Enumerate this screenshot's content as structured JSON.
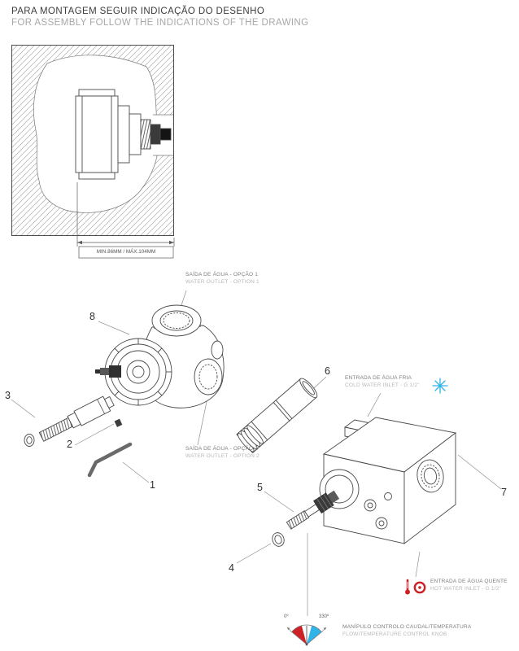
{
  "header": {
    "line1": "PARA MONTAGEM SEGUIR INDICAÇÃO DO DESENHO",
    "line2": "FOR ASSEMBLY FOLLOW THE INDICATIONS OF THE DRAWING"
  },
  "wall_section": {
    "dimension_label": "MIN.86MM / MÁX.104MM"
  },
  "callouts": {
    "outlet1": {
      "pt": "SAÍDA DE ÁGUA - OPÇÃO 1",
      "en": "WATER OUTLET - OPTION 1"
    },
    "outlet2": {
      "pt": "SAÍDA DE ÁGUA - OPÇÃO 2",
      "en": "WATER OUTLET - OPTION 2"
    },
    "cold": {
      "pt": "ENTRADA DE ÁGUA FRIA",
      "en": "COLD WATER INLET - G 1/2\""
    },
    "hot": {
      "pt": "ENTRADA DE ÁGUA QUENTE",
      "en": "HOT WATER INLET - G 1/2\""
    },
    "knob": {
      "pt": "MANÍPULO CONTROLO CAUDAL/TEMPERATURA",
      "en": "FLOW/TEMPERATURE CONTROL KNOB"
    }
  },
  "part_numbers": [
    "1",
    "2",
    "3",
    "4",
    "5",
    "6",
    "7",
    "8"
  ],
  "dial": {
    "start_label": "0º",
    "end_label": "330º"
  },
  "icons": {
    "cold": "snowflake",
    "hot": "thermometer-and-dot"
  },
  "colors": {
    "cold_blue": "#2FB4E9",
    "hot_red": "#CE2127"
  }
}
